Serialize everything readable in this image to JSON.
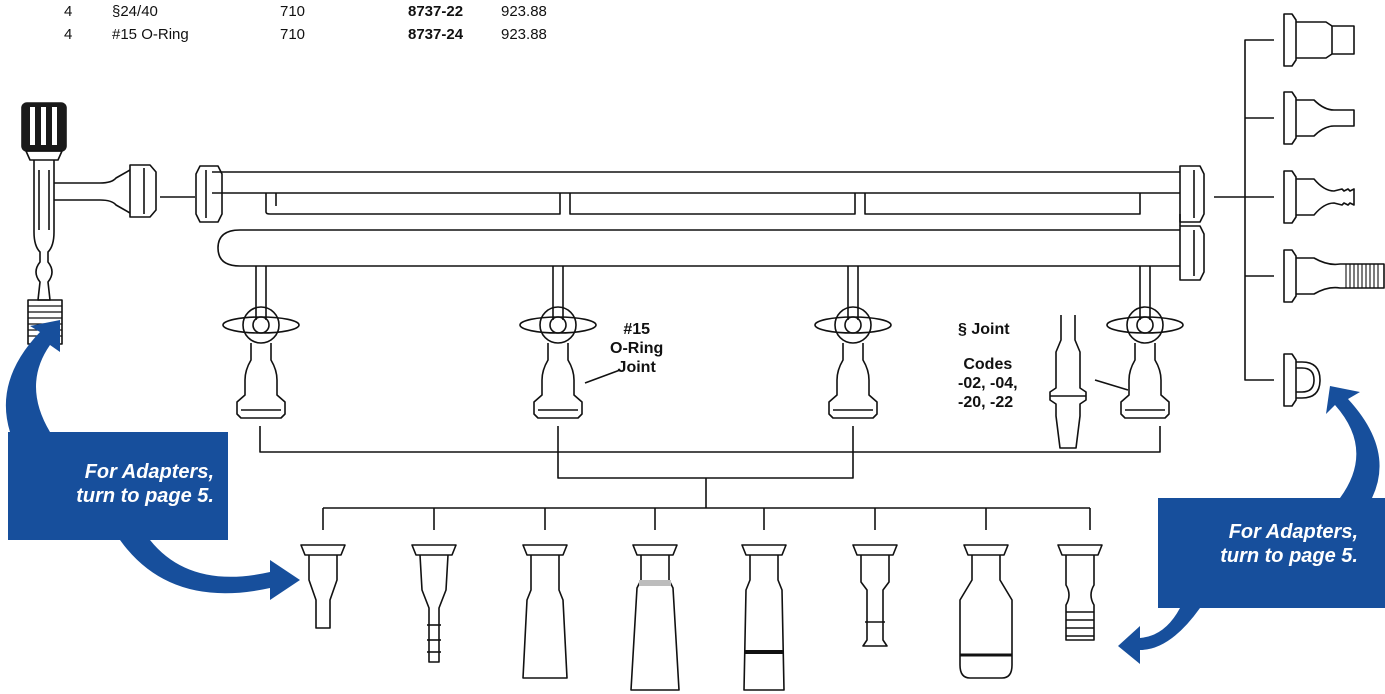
{
  "price_table": {
    "rows": [
      {
        "qty": "4",
        "joint": "§24/40",
        "length": "710",
        "code": "8737-22",
        "price": "923.88"
      },
      {
        "qty": "4",
        "joint": "#15 O-Ring",
        "length": "710",
        "code": "8737-24",
        "price": "923.88"
      }
    ]
  },
  "labels": {
    "oring_joint": [
      "#15",
      "O-Ring",
      "Joint"
    ],
    "st_joint_title": "§ Joint",
    "codes": [
      "Codes",
      "-02, -04,",
      "-20, -22"
    ]
  },
  "callouts": {
    "left": [
      "For Adapters,",
      "turn to page 5."
    ],
    "right": [
      "For Adapters,",
      "turn to page 5."
    ]
  },
  "colors": {
    "callout_blue": "#174f9c",
    "line": "#111111",
    "knob": "#1a1a1a",
    "shade": "#bdbdbd"
  }
}
